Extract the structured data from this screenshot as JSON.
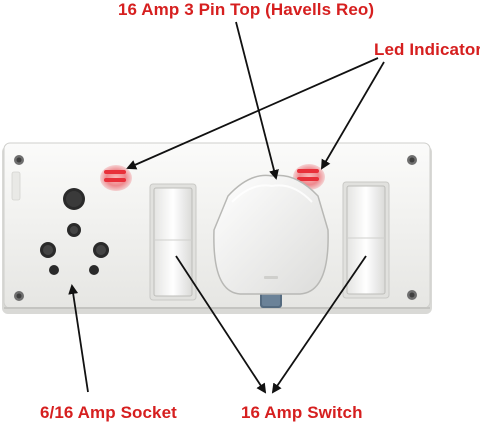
{
  "annotations": {
    "top_plug": "16 Amp 3 Pin Top (Havells Reo)",
    "led": "Led Indicator",
    "socket": "6/16 Amp Socket",
    "switch": "16 Amp Switch"
  },
  "colors": {
    "label_red": "#d61f1f",
    "led_glow": "#e8303a",
    "plate": "#f3f3f1",
    "arrow": "#111111"
  },
  "icons": {
    "led_left": "led-indicator-icon",
    "led_right": "led-indicator-icon",
    "plug": "three-pin-plug-icon",
    "socket": "socket-icon"
  }
}
